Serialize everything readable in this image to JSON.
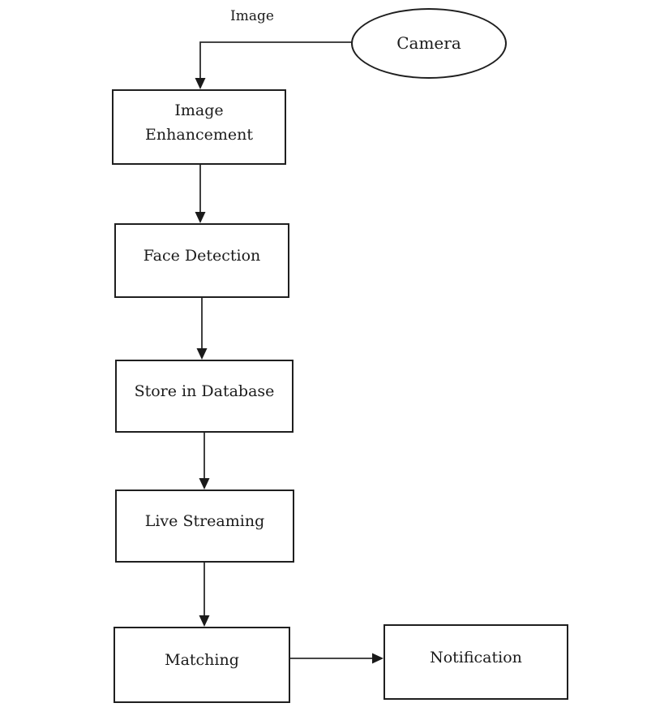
{
  "diagram": {
    "type": "flowchart",
    "nodes": [
      {
        "id": "camera",
        "label": "Camera",
        "shape": "ellipse"
      },
      {
        "id": "image-enhancement",
        "label": "Image Enhancement",
        "shape": "rect"
      },
      {
        "id": "face-detection",
        "label": "Face Detection",
        "shape": "rect"
      },
      {
        "id": "store-in-database",
        "label": "Store in Database",
        "shape": "rect"
      },
      {
        "id": "live-streaming",
        "label": "Live Streaming",
        "shape": "rect"
      },
      {
        "id": "matching",
        "label": "Matching",
        "shape": "rect"
      },
      {
        "id": "notification",
        "label": "Notification",
        "shape": "rect"
      }
    ],
    "edges": [
      {
        "from": "camera",
        "to": "image-enhancement",
        "label": "Image"
      },
      {
        "from": "image-enhancement",
        "to": "face-detection",
        "label": ""
      },
      {
        "from": "face-detection",
        "to": "store-in-database",
        "label": ""
      },
      {
        "from": "store-in-database",
        "to": "live-streaming",
        "label": ""
      },
      {
        "from": "live-streaming",
        "to": "matching",
        "label": ""
      },
      {
        "from": "matching",
        "to": "notification",
        "label": ""
      }
    ],
    "colors": {
      "stroke": "#1f1f1f",
      "text": "#1b1b1b",
      "background": "#ffffff"
    }
  }
}
